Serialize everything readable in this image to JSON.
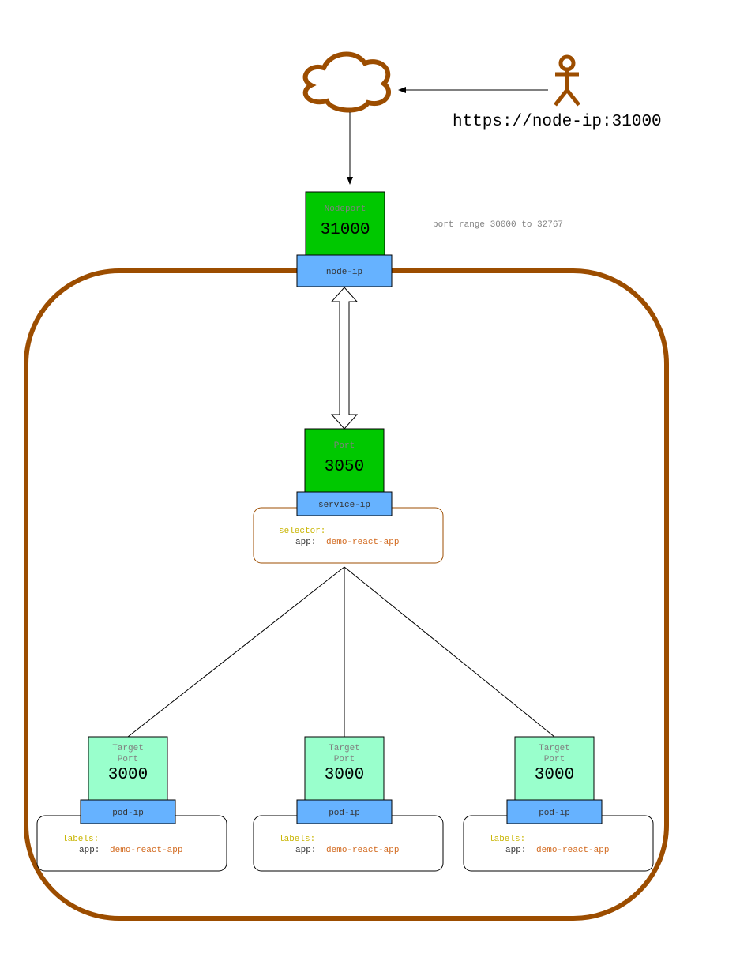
{
  "colors": {
    "cluster_border": "#9C4D00",
    "nodeport_fill": "#00C800",
    "port_fill": "#00C800",
    "target_fill": "#99FFCC",
    "ip_fill": "#66B2FF",
    "label_key": "#C8B400",
    "label_value": "#D2691E",
    "small_text": "#808080"
  },
  "user": {
    "url": "https://node-ip:31000"
  },
  "nodeport": {
    "title": "Nodeport",
    "value": "31000",
    "ip_label": "node-ip",
    "range_note": "port range 30000 to 32767"
  },
  "service": {
    "title": "Port",
    "value": "3050",
    "ip_label": "service-ip",
    "selector_key": "selector:",
    "app_key": "app:",
    "app_value": "demo-react-app"
  },
  "pods": [
    {
      "title_line1": "Target",
      "title_line2": "Port",
      "value": "3000",
      "ip_label": "pod-ip",
      "labels_key": "labels:",
      "app_key": "app:",
      "app_value": "demo-react-app"
    },
    {
      "title_line1": "Target",
      "title_line2": "Port",
      "value": "3000",
      "ip_label": "pod-ip",
      "labels_key": "labels:",
      "app_key": "app:",
      "app_value": "demo-react-app"
    },
    {
      "title_line1": "Target",
      "title_line2": "Port",
      "value": "3000",
      "ip_label": "pod-ip",
      "labels_key": "labels:",
      "app_key": "app:",
      "app_value": "demo-react-app"
    }
  ]
}
